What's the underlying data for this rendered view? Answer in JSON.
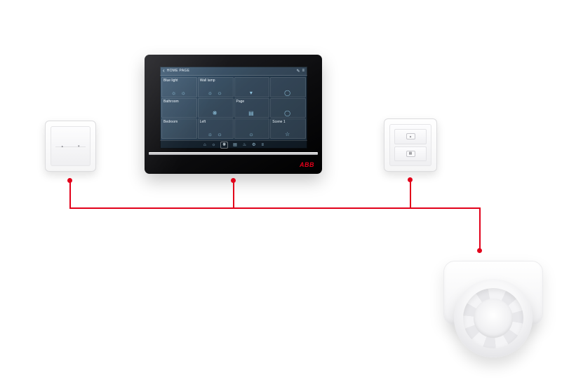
{
  "bus": {
    "color": "#e2001a"
  },
  "panel": {
    "logo": "ABB",
    "screen": {
      "header": {
        "back_icon": "‹",
        "title": "HOME PAGE",
        "edit_icon": "✎",
        "menu_icon": "≡"
      },
      "tiles": [
        {
          "label": "Blue light",
          "icons": "☼ ☼"
        },
        {
          "label": "Wall lamp",
          "icons": "☼ ☼"
        },
        {
          "label": "",
          "icons": "▾"
        },
        {
          "label": "",
          "icons": "◯"
        },
        {
          "label": "Bathroom",
          "icons": ""
        },
        {
          "label": "",
          "icons": "❋"
        },
        {
          "label": "Page",
          "icons": "▤"
        },
        {
          "label": "",
          "icons": "◯"
        },
        {
          "label": "Bedroom",
          "icons": ""
        },
        {
          "label": "Left",
          "icons": "☼ ☼"
        },
        {
          "label": "",
          "icons": "☼"
        },
        {
          "label": "Scene 1",
          "icons": "☆"
        }
      ],
      "nav_icons": [
        {
          "name": "home-icon",
          "glyph": "⌂"
        },
        {
          "name": "lights-icon",
          "glyph": "☼"
        },
        {
          "name": "fan-icon",
          "glyph": "❋"
        },
        {
          "name": "blinds-icon",
          "glyph": "▤"
        },
        {
          "name": "climate-icon",
          "glyph": "♨"
        },
        {
          "name": "settings-icon",
          "glyph": "⚙"
        },
        {
          "name": "menu-icon",
          "glyph": "≡"
        }
      ]
    }
  },
  "left_switch": {
    "up_glyph": "▴",
    "down_glyph": "▾"
  },
  "right_switch": {
    "top_glyph": "▴",
    "bottom_glyph": "▦"
  }
}
